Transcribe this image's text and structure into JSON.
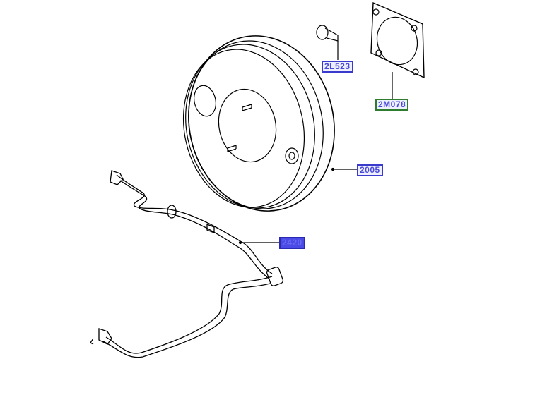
{
  "callouts": {
    "c2L523": {
      "label": "2L523"
    },
    "c2M078": {
      "label": "2M078"
    },
    "c2005": {
      "label": "2005"
    },
    "c2420": {
      "label": "2420"
    }
  },
  "colors": {
    "callout_border": "#3a3acc",
    "callout_green_border": "#2e7d2e",
    "selected_fill": "#4a4ae6"
  }
}
